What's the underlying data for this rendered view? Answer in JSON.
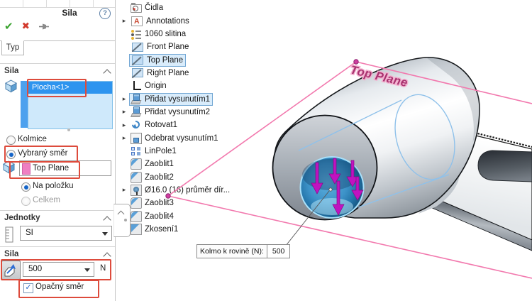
{
  "property_manager": {
    "title": "Sila",
    "help": "?",
    "tab_label": "Typ",
    "toolbar": {
      "ok": "✔",
      "cancel": "✖"
    },
    "force_section": {
      "header": "Sila",
      "selection_item": "Plocha<1>",
      "option_normal": "Kolmice",
      "option_selected_direction": "Vybraný směr",
      "direction_reference": "Top Plane",
      "option_per_item": "Na položku",
      "option_total": "Celkem"
    },
    "units_section": {
      "header": "Jednotky",
      "unit_system": "SI"
    },
    "force_value_section": {
      "header": "Sila",
      "value": "500",
      "unit": "N",
      "reverse_label": "Opačný směr",
      "checkbox_glyph": "✓"
    }
  },
  "feature_tree": {
    "items": [
      {
        "label": "Čidla",
        "icon": "sensors-folder",
        "expandable": false,
        "highlighted": false
      },
      {
        "label": "Annotations",
        "icon": "annotations",
        "expandable": true,
        "highlighted": false
      },
      {
        "label": "1060 slitina",
        "icon": "material",
        "expandable": false,
        "highlighted": false
      },
      {
        "label": "Front Plane",
        "icon": "plane",
        "expandable": false,
        "highlighted": false
      },
      {
        "label": "Top Plane",
        "icon": "plane",
        "expandable": false,
        "highlighted": true
      },
      {
        "label": "Right Plane",
        "icon": "plane",
        "expandable": false,
        "highlighted": false
      },
      {
        "label": "Origin",
        "icon": "origin",
        "expandable": false,
        "highlighted": false
      },
      {
        "label": "Přidat vysunutím1",
        "icon": "boss-extrude",
        "expandable": true,
        "highlighted": true
      },
      {
        "label": "Přidat vysunutím2",
        "icon": "boss-extrude",
        "expandable": true,
        "highlighted": false
      },
      {
        "label": "Rotovat1",
        "icon": "revolve",
        "expandable": true,
        "highlighted": false
      },
      {
        "label": "Odebrat vysunutím1",
        "icon": "cut-extrude",
        "expandable": true,
        "highlighted": false
      },
      {
        "label": "LinPole1",
        "icon": "linear-pattern",
        "expandable": false,
        "highlighted": false
      },
      {
        "label": "Zaoblit1",
        "icon": "fillet",
        "expandable": false,
        "highlighted": false
      },
      {
        "label": "Zaoblit2",
        "icon": "fillet",
        "expandable": false,
        "highlighted": false
      },
      {
        "label": "Ø16.0 (16) průměr dír...",
        "icon": "hole-wizard",
        "expandable": true,
        "highlighted": false
      },
      {
        "label": "Zaoblit3",
        "icon": "fillet",
        "expandable": false,
        "highlighted": false
      },
      {
        "label": "Zaoblit4",
        "icon": "fillet",
        "expandable": false,
        "highlighted": false
      },
      {
        "label": "Zkosení1",
        "icon": "chamfer",
        "expandable": false,
        "highlighted": false
      }
    ]
  },
  "viewport": {
    "plane_label": "Top Plane",
    "callout": {
      "label": "Kolmo k rovině (N):",
      "value": "500"
    }
  },
  "colors": {
    "annotation_red": "#dd4b3c",
    "selection_blue": "#2d94ef",
    "selection_bg": "#cfe9fb",
    "plane_pink": "#f279ae",
    "force_magenta": "#c013c0",
    "sketch_blue": "#8fc1ea",
    "selected_face_blue": "#3c92c8"
  }
}
